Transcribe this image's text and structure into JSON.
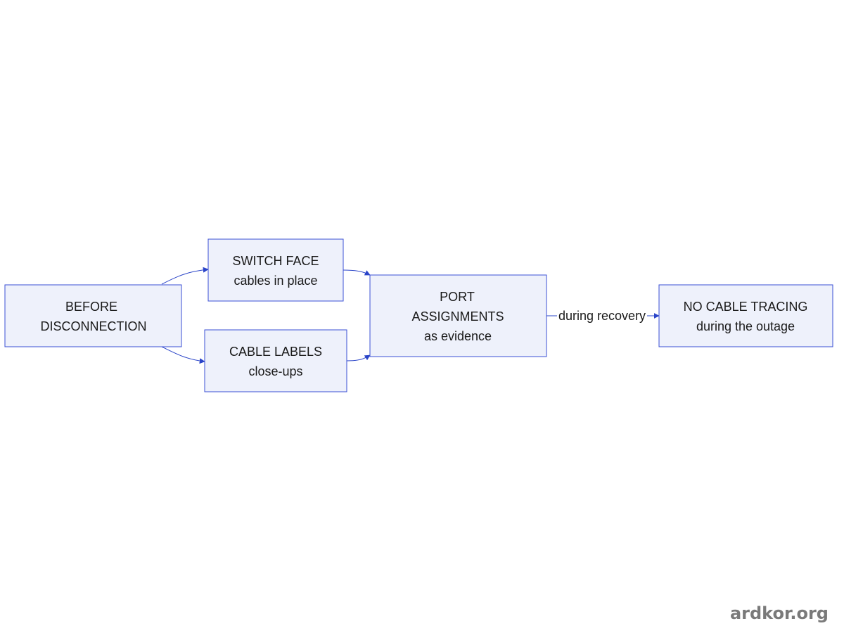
{
  "diagram": {
    "nodes": {
      "before": {
        "lines": [
          "BEFORE",
          "DISCONNECTION"
        ]
      },
      "switch_face": {
        "lines": [
          "SWITCH FACE",
          "cables in place"
        ]
      },
      "cable_labels": {
        "lines": [
          "CABLE LABELS",
          "close-ups"
        ]
      },
      "port_assignments": {
        "lines": [
          "PORT",
          "ASSIGNMENTS",
          "as evidence"
        ]
      },
      "no_cable_tracing": {
        "lines": [
          "NO CABLE TRACING",
          "during the outage"
        ]
      }
    },
    "edges": [
      {
        "from": "before",
        "to": "switch_face",
        "label": ""
      },
      {
        "from": "before",
        "to": "cable_labels",
        "label": ""
      },
      {
        "from": "switch_face",
        "to": "port_assignments",
        "label": ""
      },
      {
        "from": "cable_labels",
        "to": "port_assignments",
        "label": ""
      },
      {
        "from": "port_assignments",
        "to": "no_cable_tracing",
        "label": "during recovery"
      }
    ],
    "colors": {
      "node_fill": "#eef1fb",
      "node_border": "#3b50d6",
      "edge": "#2a44c8"
    }
  },
  "watermark": "ardkor.org"
}
